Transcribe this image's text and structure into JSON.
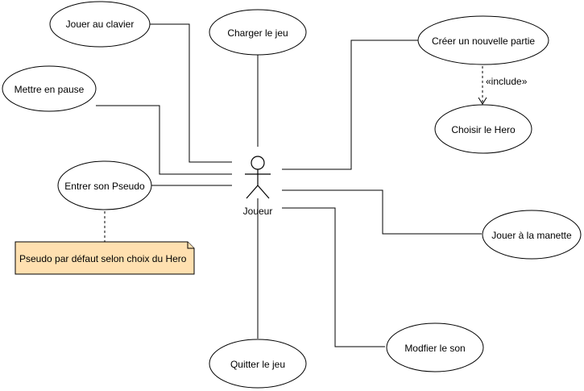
{
  "use_cases": {
    "jouer_clavier": "Jouer au clavier",
    "charger_jeu": "Charger le jeu",
    "creer_partie": "Créer un nouvelle partie",
    "mettre_pause": "Mettre en pause",
    "choisir_hero": "Choisir le Hero",
    "entrer_pseudo": "Entrer son Pseudo",
    "jouer_manette": "Jouer à la manette",
    "quitter_jeu": "Quitter le jeu",
    "modifier_son": "Modfier le son"
  },
  "actor": {
    "name": "Joueur"
  },
  "relations": {
    "include_label": "«include»"
  },
  "note": {
    "text": "Pseudo par défaut selon choix du Hero",
    "fill_color": "#ffe0b0"
  }
}
